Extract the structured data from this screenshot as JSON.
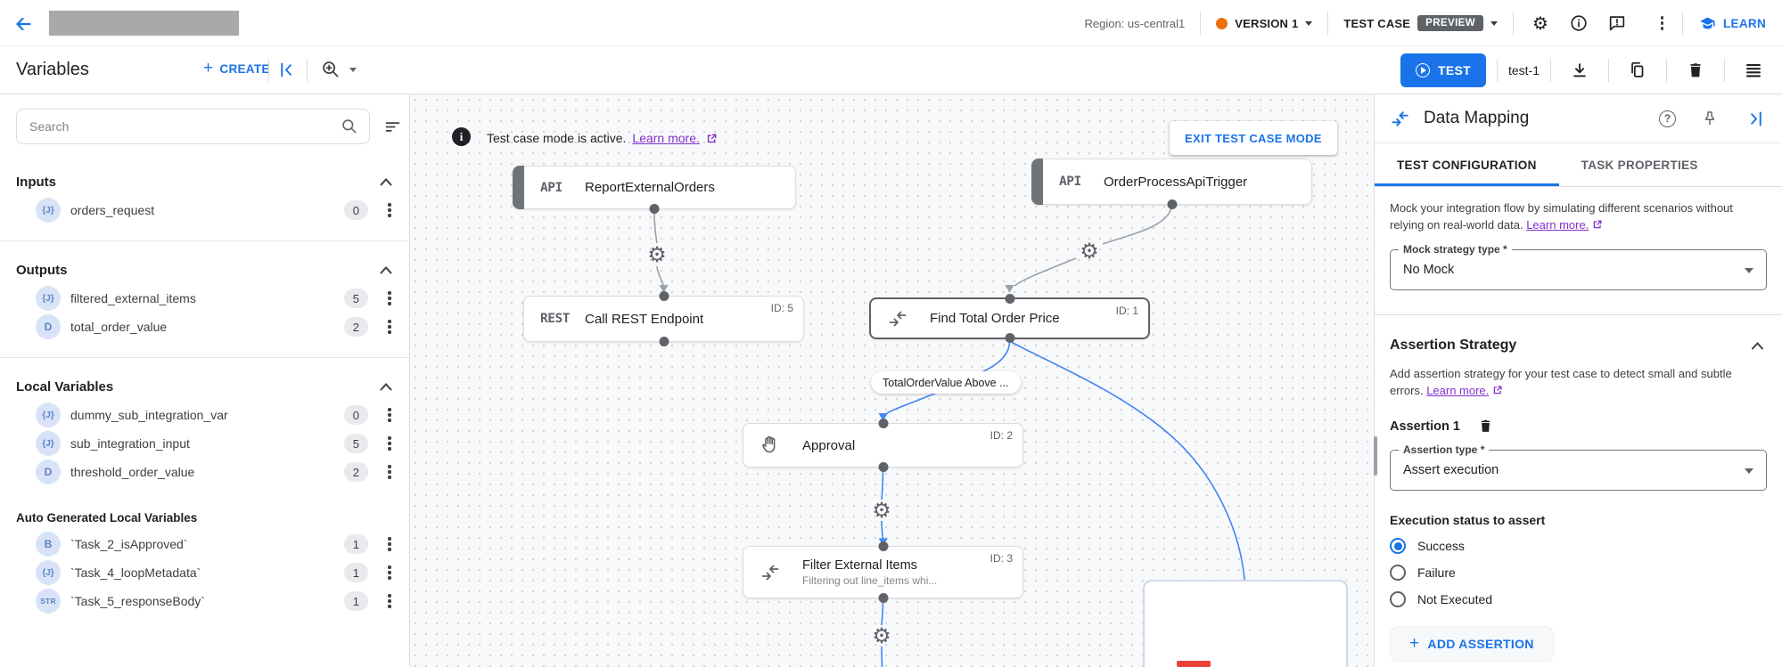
{
  "colors": {
    "accent": "#1a73e8",
    "version_dot": "#e8710a",
    "link_purple": "#8430ce",
    "preview_badge_bg": "#5f6368"
  },
  "topbar": {
    "region": "Region: us-central1",
    "version": "VERSION 1",
    "test_case": "TEST CASE",
    "preview": "PREVIEW",
    "learn": "LEARN"
  },
  "toolbar": {
    "title": "Variables",
    "create": "CREATE",
    "test": "TEST",
    "test_name": "test-1"
  },
  "sidebar": {
    "search_placeholder": "Search",
    "sections": [
      {
        "label": "Inputs",
        "items": [
          {
            "type": "{J}",
            "name": "orders_request",
            "count": "0"
          }
        ]
      },
      {
        "label": "Outputs",
        "items": [
          {
            "type": "{J}",
            "name": "filtered_external_items",
            "count": "5"
          },
          {
            "type": "D",
            "name": "total_order_value",
            "count": "2"
          }
        ]
      },
      {
        "label": "Local Variables",
        "items": [
          {
            "type": "{J}",
            "name": "dummy_sub_integration_var",
            "count": "0"
          },
          {
            "type": "{J}",
            "name": "sub_integration_input",
            "count": "5"
          },
          {
            "type": "D",
            "name": "threshold_order_value",
            "count": "2"
          }
        ]
      },
      {
        "label": "Auto Generated Local Variables",
        "items": [
          {
            "type": "B",
            "name": "`Task_2_isApproved`",
            "count": "1"
          },
          {
            "type": "{J}",
            "name": "`Task_4_loopMetadata`",
            "count": "1"
          },
          {
            "type": "STR",
            "name": "`Task_5_responseBody`",
            "count": "1"
          }
        ]
      }
    ]
  },
  "canvas": {
    "banner": {
      "message": "Test case mode is active.",
      "link": "Learn more.",
      "exit": "EXIT TEST CASE MODE"
    },
    "edge_label": "TotalOrderValue Above ...",
    "nodes": [
      {
        "badge": "API",
        "title": "ReportExternalOrders"
      },
      {
        "badge": "API",
        "title": "OrderProcessApiTrigger"
      },
      {
        "badge": "REST",
        "title": "Call REST Endpoint",
        "id": "ID: 5"
      },
      {
        "title": "Find Total Order Price",
        "id": "ID: 1"
      },
      {
        "title": "Approval",
        "id": "ID: 2"
      },
      {
        "title": "Filter External Items",
        "subtitle": "Filtering out line_items whi...",
        "id": "ID: 3"
      }
    ]
  },
  "panel": {
    "title": "Data Mapping",
    "tabs": [
      {
        "label": "TEST CONFIGURATION"
      },
      {
        "label": "TASK PROPERTIES"
      }
    ],
    "mock": {
      "description": "Mock your integration flow by simulating different scenarios without relying on real-world data.",
      "link": "Learn more.",
      "field_label": "Mock strategy type *",
      "field_value": "No Mock"
    },
    "assertion": {
      "heading": "Assertion Strategy",
      "description": "Add assertion strategy for your test case to detect small and subtle errors.",
      "link": "Learn more.",
      "item_title": "Assertion 1",
      "type_label": "Assertion type *",
      "type_value": "Assert execution",
      "status_label": "Execution status to assert",
      "options": [
        {
          "label": "Success",
          "selected": true
        },
        {
          "label": "Failure",
          "selected": false
        },
        {
          "label": "Not Executed",
          "selected": false
        }
      ],
      "add": "ADD ASSERTION"
    }
  }
}
